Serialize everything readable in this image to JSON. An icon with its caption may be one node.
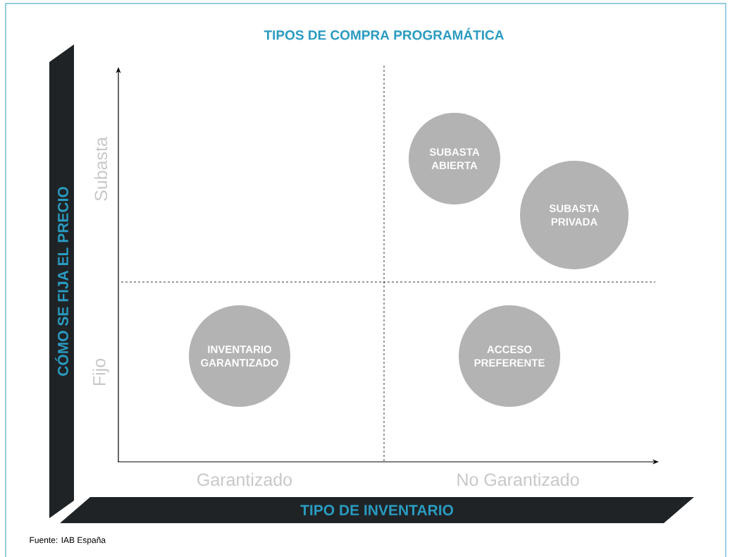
{
  "diagram": {
    "title": "TIPOS DE COMPRA PROGRAMÁTICA",
    "caption": "Fuente: IAB España",
    "nodes": [
      {
        "text": [
          "CÓMO SE FIJA EL PRECIO"
        ]
      },
      {
        "text": [
          "SUBASTA ABIERTA"
        ]
      },
      {
        "text": [
          "SUBASTA PRIVADA"
        ]
      },
      {
        "text": [
          "INVENTARIO GARANTIZADO"
        ]
      },
      {
        "text": [
          "ACCESO PREFERENTE"
        ]
      },
      {
        "text": [
          "TIPO DE INVENTARIO"
        ]
      }
    ],
    "labels": [
      "Subasta",
      "Fijo",
      "Garantizado",
      "No Garantizado"
    ]
  }
}
